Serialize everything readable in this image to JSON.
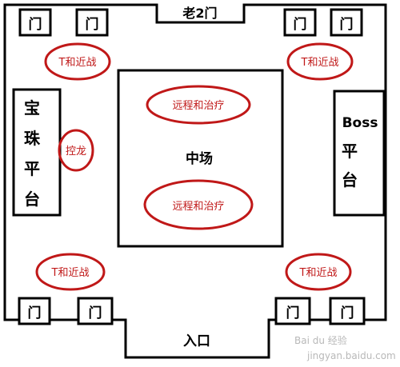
{
  "diagram": {
    "door_label": "门",
    "top_entrance_label": "老2门",
    "bottom_entrance_label": "入口",
    "center_label": "中场",
    "left_platform_label": [
      "宝",
      "珠",
      "平",
      "台"
    ],
    "right_platform_label": [
      "Boss",
      "平",
      "台"
    ],
    "ranged_zone_label": "远程和治疗",
    "tank_zone_label": "T和近战",
    "control_zone_label": "控龙",
    "accent_color": "#c01818",
    "line_color": "#000000"
  },
  "watermark": {
    "text": "Bai du 经验",
    "url": "jingyan.baidu.com"
  }
}
